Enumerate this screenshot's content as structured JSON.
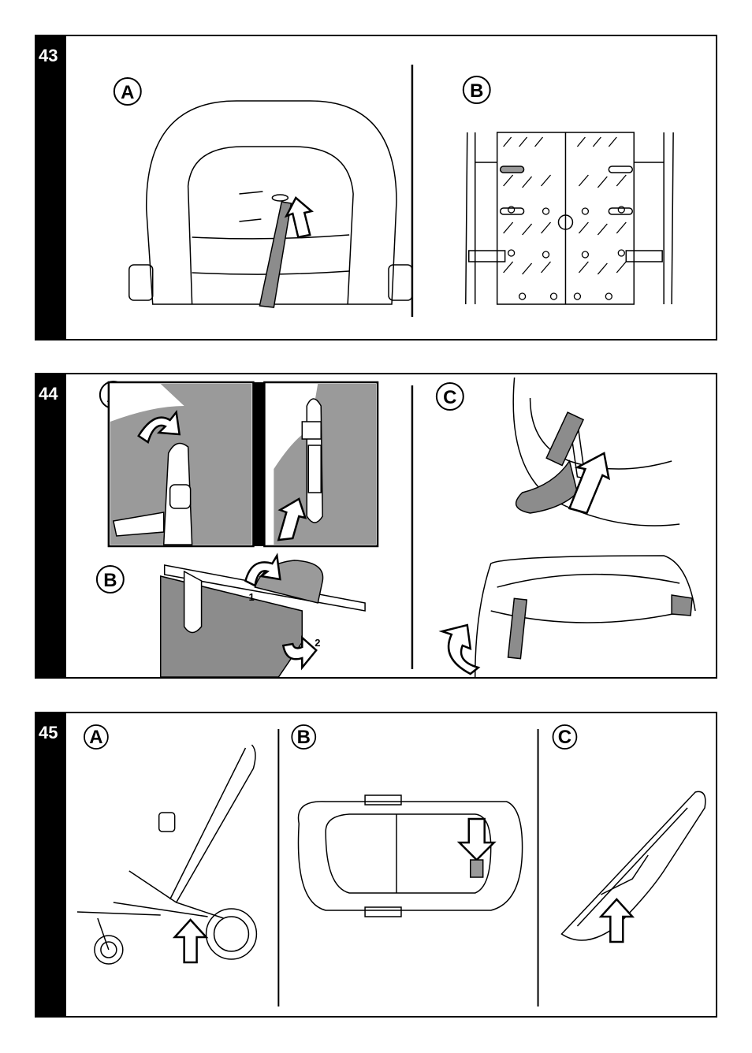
{
  "steps": [
    {
      "number": "43",
      "sublabels": [
        "A",
        "B"
      ]
    },
    {
      "number": "44",
      "sublabels": [
        "A",
        "B",
        "C"
      ],
      "callouts": [
        "1",
        "2"
      ]
    },
    {
      "number": "45",
      "sublabels": [
        "A",
        "B",
        "C"
      ]
    }
  ],
  "colors": {
    "frame": "#000000",
    "fill_gray": "#9a9a9a",
    "strap_gray": "#8c8c8c"
  }
}
